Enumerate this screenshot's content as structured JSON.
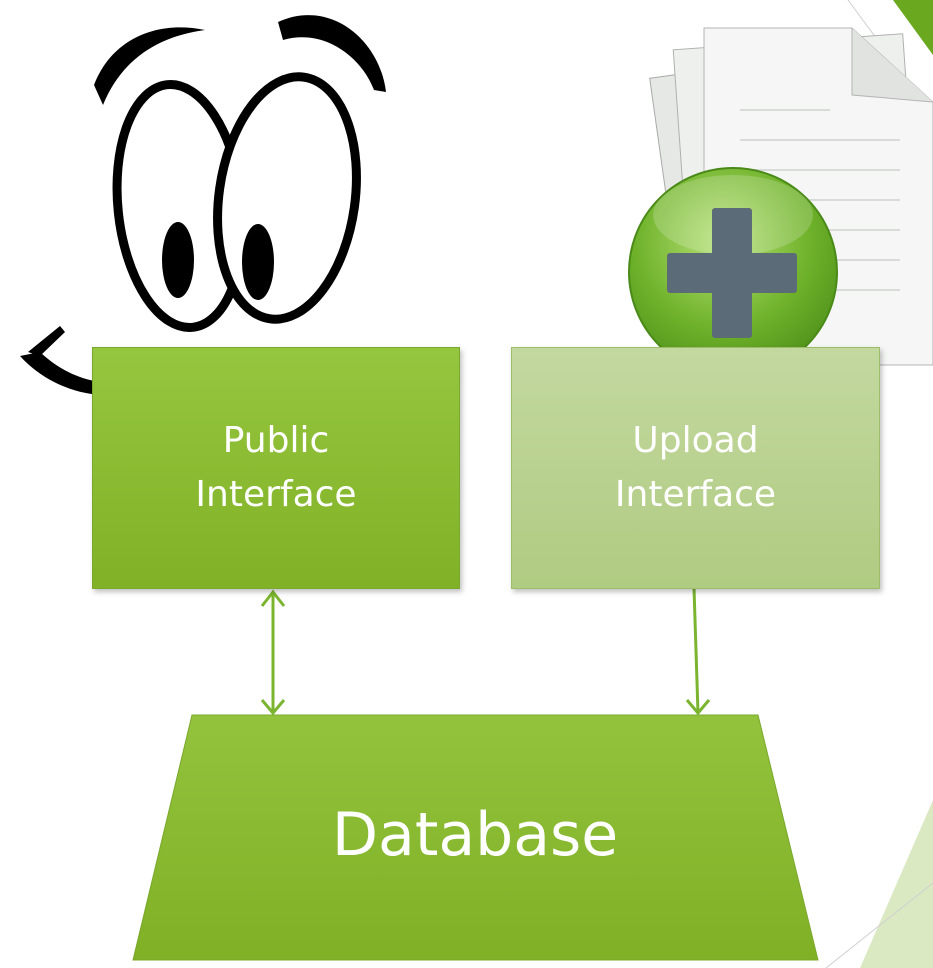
{
  "nodes": {
    "public_interface": "Public\nInterface",
    "upload_interface": "Upload\nInterface",
    "database": "Database"
  },
  "colors": {
    "green_dark": "#85b52c",
    "green_light": "#b9d18f",
    "accent_green": "#6aa820"
  },
  "icons": {
    "viewer": "cartoon-eyes-icon",
    "upload": "document-add-icon"
  }
}
